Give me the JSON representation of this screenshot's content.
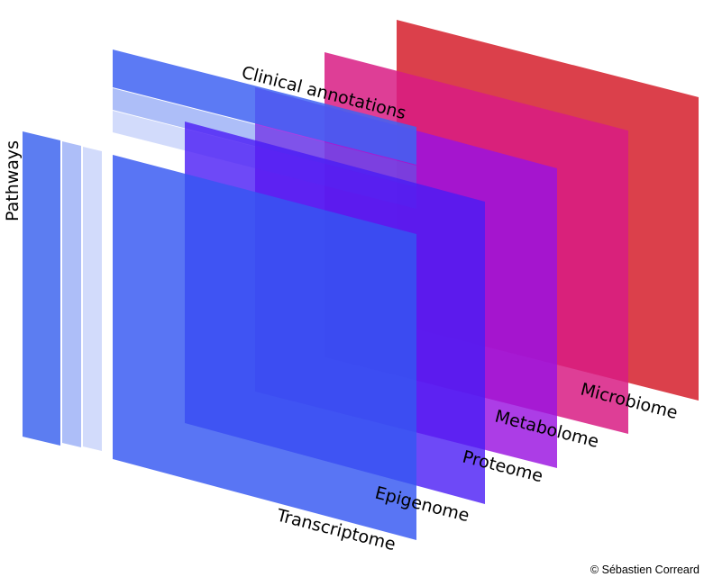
{
  "diagram": {
    "layers": {
      "microbiome": {
        "label": "Microbiome",
        "color": "#d8303c"
      },
      "metabolome": {
        "label": "Metabolome",
        "color": "#d81c84"
      },
      "proteome": {
        "label": "Proteome",
        "color": "#9a12e0"
      },
      "epigenome": {
        "label": "Epigenome",
        "color": "#4a1cf5"
      },
      "transcriptome": {
        "label": "Transcriptome",
        "color": "#3557f2"
      }
    },
    "clinical": {
      "label": "Clinical annotations",
      "color": "#4a6ff0"
    },
    "pathways": {
      "label": "Pathways",
      "color": "#4a6ff0"
    }
  },
  "copyright": "© Sébastien Correard"
}
